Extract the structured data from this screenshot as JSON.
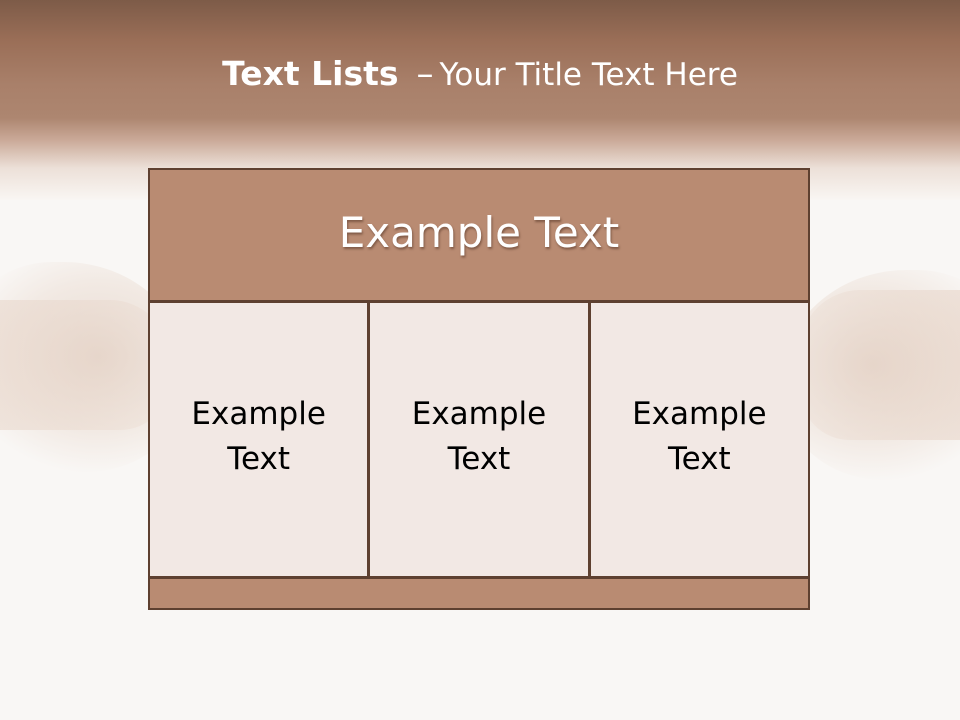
{
  "slide": {
    "title_bold": "Text Lists",
    "title_separator": "–",
    "title_rest": "Your Title Text Here"
  },
  "table": {
    "header": "Example Text",
    "cells": [
      {
        "text": "Example Text"
      },
      {
        "text": "Example Text"
      },
      {
        "text": "Example Text"
      }
    ],
    "footer": ""
  },
  "colors": {
    "header_band": "#a9806a",
    "table_header": "#b98b72",
    "cell_fill": "#f2e8e4",
    "border": "#5e4030",
    "background": "#f9f7f5"
  }
}
